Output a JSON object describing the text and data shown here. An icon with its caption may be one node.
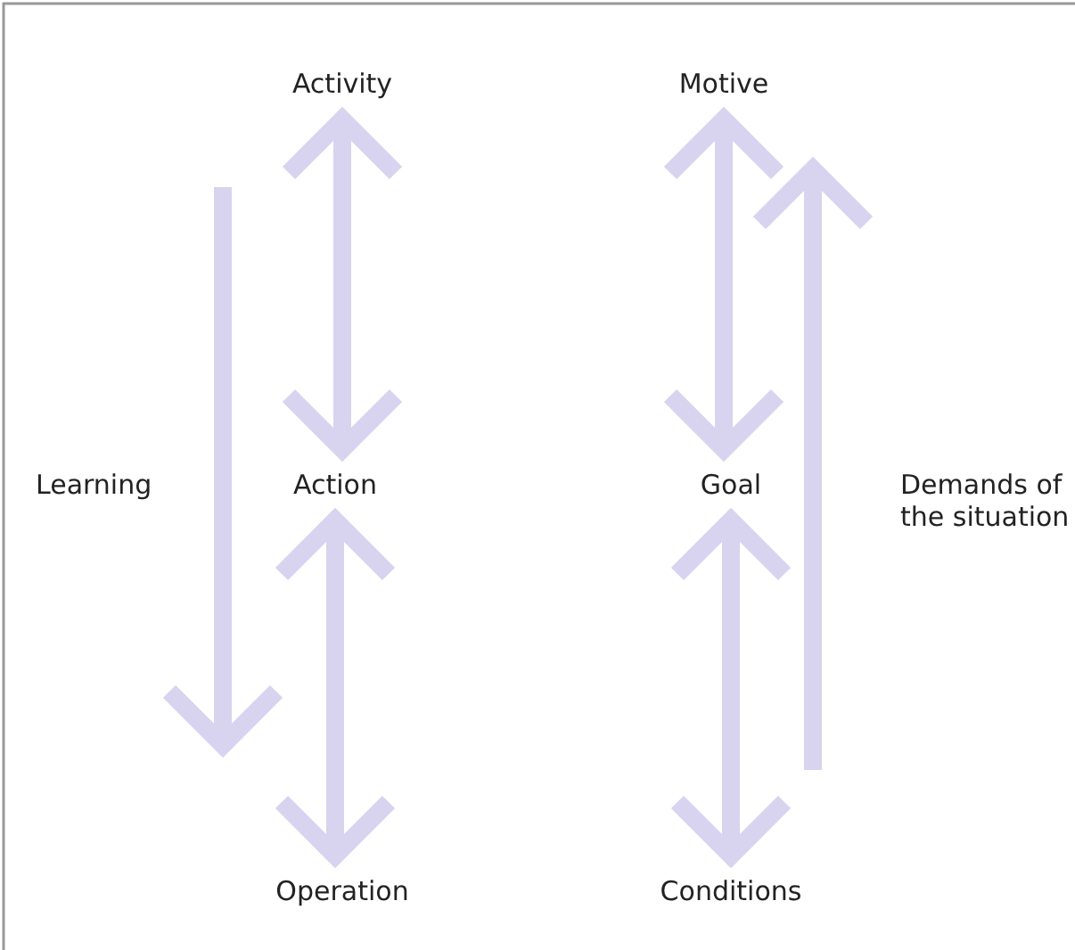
{
  "diagram": {
    "nodes": [
      {
        "text": [
          "Activity"
        ]
      },
      {
        "text": [
          "Motive"
        ]
      },
      {
        "text": [
          "Action"
        ]
      },
      {
        "text": [
          "Goal"
        ]
      },
      {
        "text": [
          "Operation"
        ]
      },
      {
        "text": [
          "Conditions"
        ]
      }
    ],
    "edges": [
      {
        "from": 0,
        "to": 2,
        "arrow": "both"
      },
      {
        "from": 2,
        "to": 4,
        "arrow": "both"
      },
      {
        "from": 1,
        "to": 3,
        "arrow": "both"
      },
      {
        "from": 3,
        "to": 5,
        "arrow": "both"
      }
    ],
    "labels": [
      "Learning",
      "Demands of the situation"
    ]
  }
}
